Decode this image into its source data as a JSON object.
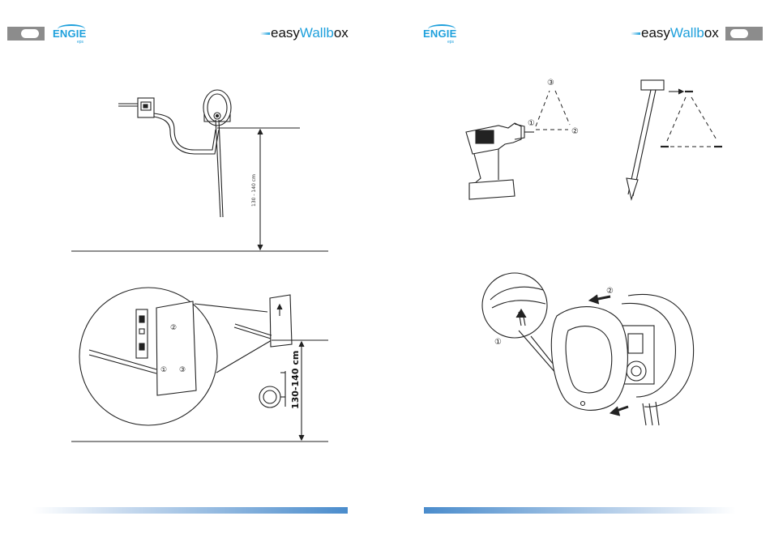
{
  "header": {
    "left_logo": {
      "brand": "ENGIE",
      "sub": "eps"
    },
    "right_logo": {
      "brand": "ENGIE",
      "sub": "eps"
    },
    "product_logo": {
      "part1": "easy",
      "part2": "Wallb",
      "part3": "ox"
    }
  },
  "figures": {
    "height_small": "130 - 140 cm",
    "height_large": "130-140 cm",
    "step_markers": [
      "①",
      "②",
      "③"
    ]
  },
  "colors": {
    "engie_blue": "#1ea0dc",
    "footer_blue": "#4a8ccc",
    "tab_grey": "#8c8c8c"
  },
  "icons": [
    "ruler-icon",
    "spirit-level-icon",
    "drill-icon",
    "hammer-icon",
    "tape-measure-icon",
    "arrow-icon"
  ]
}
